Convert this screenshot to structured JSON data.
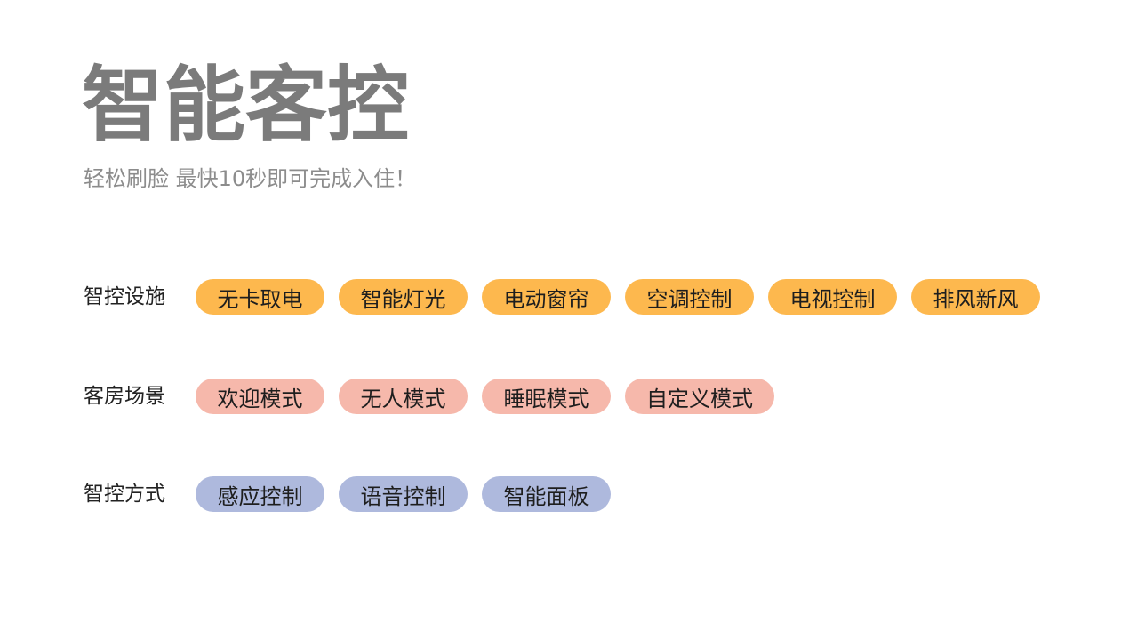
{
  "header": {
    "title": "智能客控",
    "subtitle": "轻松刷脸 最快10秒即可完成入住！"
  },
  "colors": {
    "title": "#7b7b7b",
    "subtitle": "#8c8c8c",
    "facilities_tag": "#fdb84e",
    "scenes_tag": "#f6b8ab",
    "methods_tag": "#aeb9dd"
  },
  "sections": [
    {
      "label": "智控设施",
      "tags": [
        "无卡取电",
        "智能灯光",
        "电动窗帘",
        "空调控制",
        "电视控制",
        "排风新风"
      ]
    },
    {
      "label": "客房场景",
      "tags": [
        "欢迎模式",
        "无人模式",
        "睡眠模式",
        "自定义模式"
      ]
    },
    {
      "label": "智控方式",
      "tags": [
        "感应控制",
        "语音控制",
        "智能面板"
      ]
    }
  ]
}
